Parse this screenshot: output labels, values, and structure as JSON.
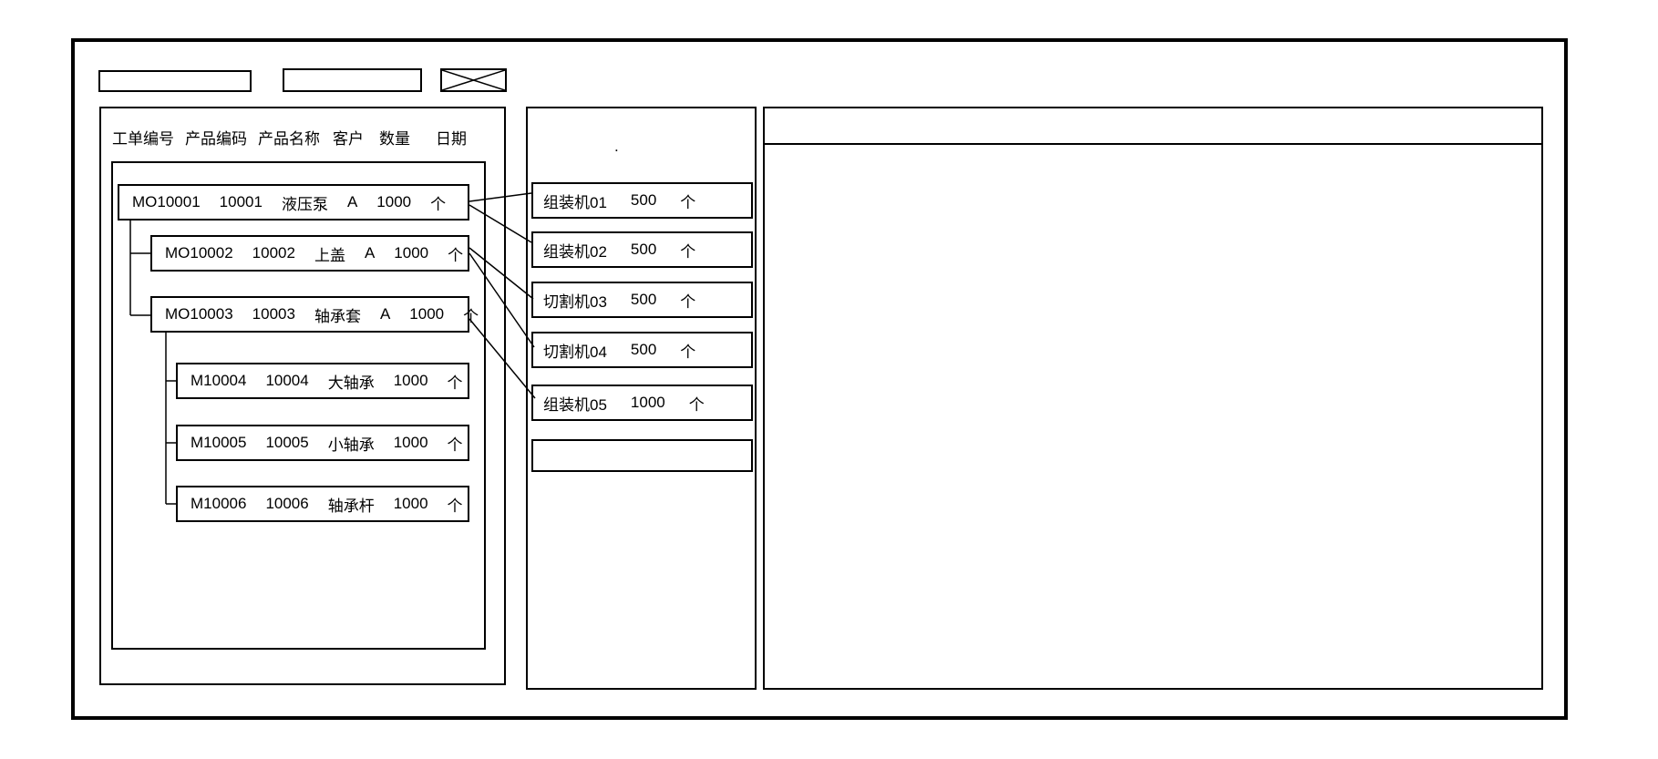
{
  "colors": {
    "line": "#000000",
    "background": "#ffffff"
  },
  "toolbar": {
    "field1_value": "",
    "field2_value": "",
    "close_icon": "x-box"
  },
  "left_panel": {
    "columns": [
      "工单编号",
      "产品编码",
      "产品名称",
      "客户",
      "数量",
      "日期"
    ],
    "orders": [
      {
        "id": "MO10001",
        "code": "10001",
        "name": "液压泵",
        "customer": "A",
        "qty": "1000",
        "unit": "个"
      },
      {
        "id": "MO10002",
        "code": "10002",
        "name": "上盖",
        "customer": "A",
        "qty": "1000",
        "unit": "个"
      },
      {
        "id": "MO10003",
        "code": "10003",
        "name": "轴承套",
        "customer": "A",
        "qty": "1000",
        "unit": "个"
      },
      {
        "id": "M10004",
        "code": "10004",
        "name": "大轴承",
        "qty": "1000",
        "unit": "个"
      },
      {
        "id": "M10005",
        "code": "10005",
        "name": "小轴承",
        "qty": "1000",
        "unit": "个"
      },
      {
        "id": "M10006",
        "code": "10006",
        "name": "轴承杆",
        "qty": "1000",
        "unit": "个"
      }
    ]
  },
  "machine_panel": {
    "stray_mark": ".",
    "machines": [
      {
        "name": "组装机01",
        "qty": "500",
        "unit": "个"
      },
      {
        "name": "组装机02",
        "qty": "500",
        "unit": "个"
      },
      {
        "name": "切割机03",
        "qty": "500",
        "unit": "个"
      },
      {
        "name": "切割机04",
        "qty": "500",
        "unit": "个"
      },
      {
        "name": "组装机05",
        "qty": "1000",
        "unit": "个"
      },
      {
        "name": "",
        "qty": "",
        "unit": ""
      }
    ]
  },
  "links": {
    "order_to_machine": [
      {
        "from": "MO10001",
        "to": "组装机01"
      },
      {
        "from": "MO10001",
        "to": "组装机02"
      },
      {
        "from": "MO10002",
        "to": "切割机03"
      },
      {
        "from": "MO10002",
        "to": "切割机04"
      },
      {
        "from": "MO10003",
        "to": "组装机05"
      }
    ]
  }
}
